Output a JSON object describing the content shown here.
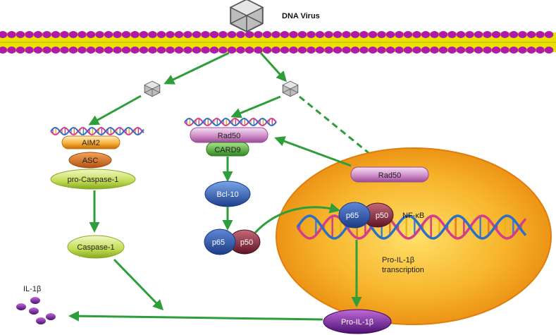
{
  "virus": {
    "label": "DNA Virus"
  },
  "pathway_left": {
    "sensor": "AIM2",
    "adaptor": "ASC",
    "precursor": "pro-Caspase-1",
    "active": "Caspase-1"
  },
  "pathway_middle": {
    "sensor": "Rad50",
    "adaptor": "CARD9",
    "complex": "Bcl-10",
    "p65": "p65",
    "p50": "p50"
  },
  "nucleus": {
    "rad50": "Rad50",
    "p65": "p65",
    "p50": "p50",
    "nfkb": "NF-κB",
    "transcription_line1": "Pro-IL-1β",
    "transcription_line2": "transcription"
  },
  "outputs": {
    "pro_il1b": "Pro-IL-1β",
    "il1b": "IL-1β"
  },
  "colors": {
    "arrow": "#2e9e3a",
    "membrane_head": "#b01aa8",
    "membrane_tail": "#e9e200",
    "nucleus_fill": "#f39a1a",
    "aim2": "#f3a32c",
    "asc": "#e0701c",
    "caspase": "#b9d84a",
    "rad50": "#c98ac4",
    "card9": "#4daf3c",
    "bcl10": "#2d5db5",
    "p65": "#2855a8",
    "p50": "#8a2a3c",
    "pro_il1b": "#7a2a9a"
  }
}
